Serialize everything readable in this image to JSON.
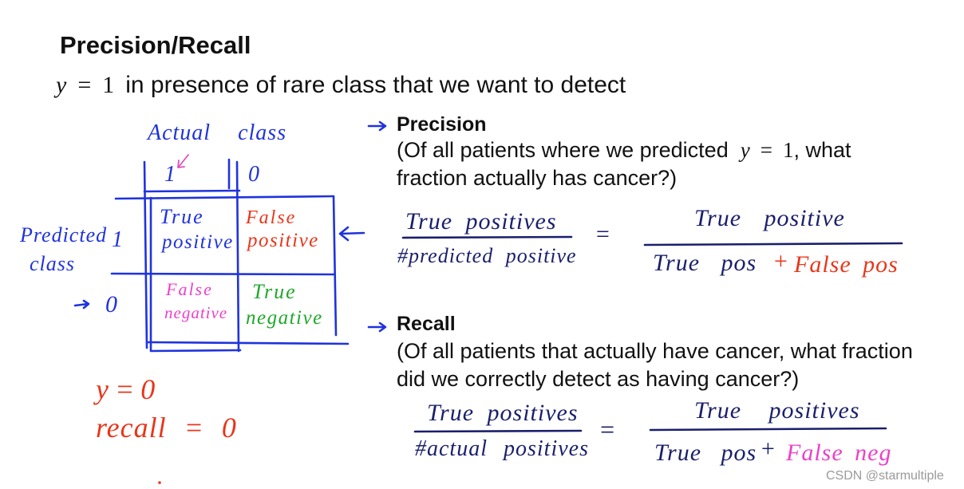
{
  "slide": {
    "title": "Precision/Recall",
    "subtitle": {
      "math_var": "y",
      "math_op": "=",
      "math_num": "1",
      "text": "in presence of rare class that we want to detect"
    }
  },
  "matrix": {
    "actual_label": "Actual class",
    "actual_values": [
      "1",
      "0"
    ],
    "predicted_label": [
      "Predicted",
      "class"
    ],
    "predicted_values": [
      "1",
      "0"
    ],
    "cells": {
      "true_positive": [
        "True",
        "positive"
      ],
      "false_positive": [
        "False",
        "positive"
      ],
      "false_negative": [
        "False",
        "negative"
      ],
      "true_negative": [
        "True",
        "negative"
      ]
    }
  },
  "note": {
    "line1": "y=0",
    "line2": "recall = 0"
  },
  "precision": {
    "heading": "Precision",
    "description": {
      "before": "(Of all patients where we predicted",
      "math_var": "y",
      "math_op": "=",
      "math_num": "1",
      "after": ", what",
      "line2": "fraction actually has cancer?)"
    },
    "formula": {
      "left_numerator": "True positives",
      "left_denominator": "#predicted positive",
      "equals": "=",
      "right_numerator": "True positive",
      "right_denominator": {
        "term1": "True pos",
        "plus": "+",
        "term2": "False pos"
      }
    }
  },
  "recall": {
    "heading": "Recall",
    "description": {
      "line1": "(Of all patients that actually have cancer, what fraction",
      "line2": "did we correctly detect as having cancer?)"
    },
    "formula": {
      "left_numerator": "True positives",
      "left_denominator": "#actual positives",
      "equals": "=",
      "right_numerator": "True positives",
      "right_denominator": {
        "term1": "True pos",
        "plus": "+",
        "term2": "False neg"
      }
    }
  },
  "icons": {
    "precision_marker": "arrow-right-icon",
    "recall_marker": "arrow-right-icon",
    "false_positive_pointer": "arrow-left-icon",
    "actual_one_pointer": "arrow-down-left-icon",
    "predicted_zero_pointer": "arrow-right-icon"
  },
  "colors": {
    "text": "#111111",
    "ink_blue": "#1f33dd",
    "ink_navy": "#1a1f6b",
    "ink_red": "#e8361a",
    "ink_magenta": "#ec40c8",
    "ink_green": "#1fa82a",
    "ink_pink": "#e050c0",
    "watermark": "#9a9a9a"
  },
  "watermark": "CSDN @starmultiple"
}
